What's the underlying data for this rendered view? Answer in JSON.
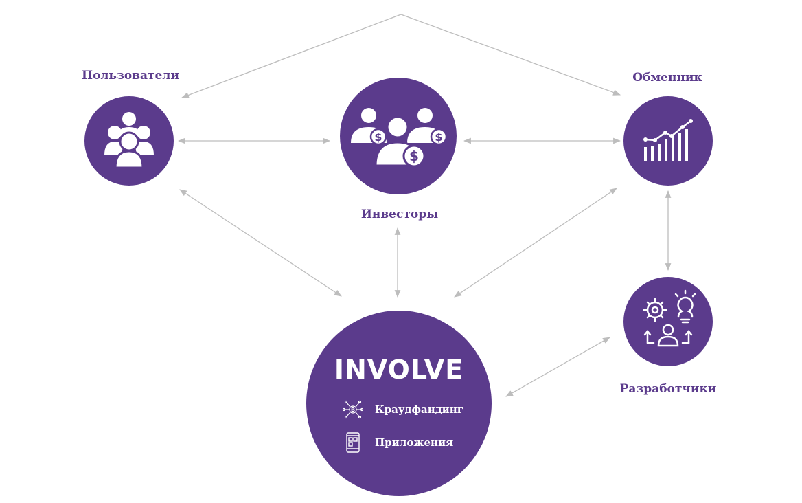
{
  "colors": {
    "node": "#5b3b8c",
    "label": "#5b3b8c",
    "connector": "#bdbdbd",
    "icon": "#ffffff"
  },
  "nodes": {
    "users": {
      "label": "Пользователи",
      "icon": "users-icon"
    },
    "investors": {
      "label": "Инвесторы",
      "icon": "investors-icon"
    },
    "exchange": {
      "label": "Обменник",
      "icon": "growth-chart-icon"
    },
    "developers": {
      "label": "Разработчики",
      "icon": "developer-ideas-icon"
    },
    "involve": {
      "title": "INVOLVE",
      "features": [
        {
          "label": "Краудфандинг",
          "icon": "crowdfunding-network-icon"
        },
        {
          "label": "Приложения",
          "icon": "mobile-app-icon"
        }
      ]
    }
  }
}
